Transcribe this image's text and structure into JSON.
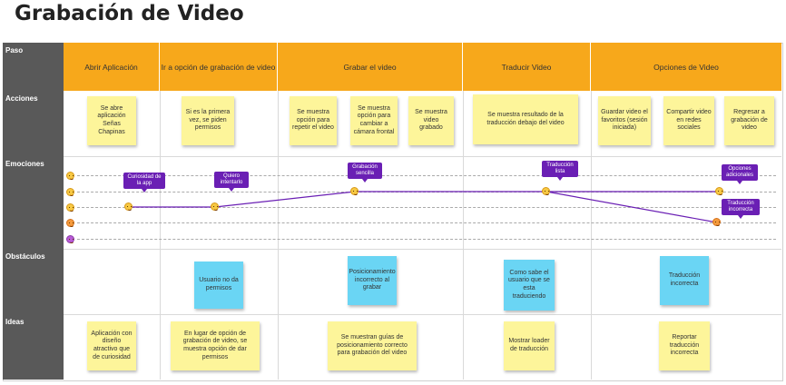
{
  "title": "Grabación de Video",
  "rows": {
    "paso": "Paso",
    "acciones": "Acciones",
    "emociones": "Emociones",
    "obstaculos": "Obstáculos",
    "ideas": "Ideas"
  },
  "stages": [
    "Abrir Aplicación",
    "Ir a opción de grabación de video",
    "Grabar el video",
    "Traducir Video",
    "Opciones de Video"
  ],
  "acciones": [
    "Se abre aplicación Señas Chapinas",
    "Si es la primera vez, se piden permisos",
    "Se muestra opción para repetir el video",
    "Se muestra opción para cambiar a cámara frontal",
    "Se muestra video grabado",
    "Se muestra resultado de la traducción debajo del video",
    "Guardar video el favoritos (sesión iniciada)",
    "Compartir video en redes sociales",
    "Regresar a grabación de video"
  ],
  "emociones": [
    "Curiosidad de la app",
    "Quiero intentarlo",
    "Grabación sencilla",
    "Traducción lista",
    "Opciones adicionales",
    "Traducción incorrecta"
  ],
  "obstaculos": [
    "Usuario no da permisos",
    "Posicionamiento incorrecto al grabar",
    "Como sabe el usuario que se esta traduciendo",
    "Traducción incorrecta"
  ],
  "ideas": [
    "Aplicación con diseño atractivo que de curiosidad",
    "En lugar de opción de grabación de video, se muestra opción de dar permisos",
    "Se muestran guías de posicionamiento correcto para grabación del video",
    "Mostrar loader de traducción",
    "Reportar traducción incorrecta"
  ],
  "colors": {
    "header": "#f7a81b",
    "sticky_yellow": "#fdf59a",
    "sticky_blue": "#6ad5f4",
    "emotion_tag": "#6a1fb4",
    "row_label": "#595959"
  }
}
